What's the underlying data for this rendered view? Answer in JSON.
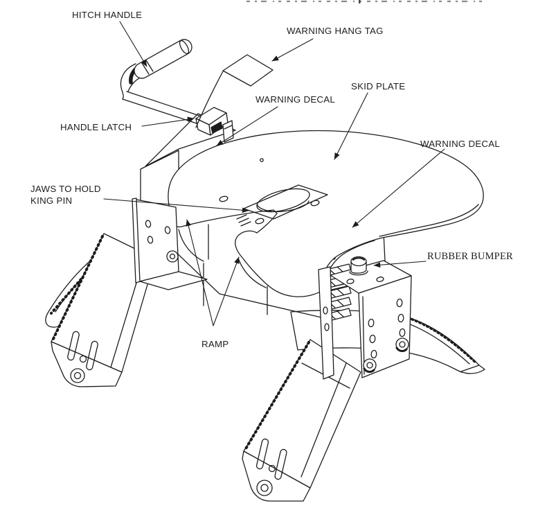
{
  "figure": {
    "kind": "technical line diagram",
    "top_edge_has_cropped_text_fragments": true
  },
  "colors": {
    "background": "#ffffff",
    "line": "#1c1c1c",
    "text": "#1d1d1d"
  },
  "labels": {
    "hitch_handle": "HITCH HANDLE",
    "warning_hang_tag": "WARNING HANG TAG",
    "warning_decal_left": "WARNING DECAL",
    "skid_plate": "SKID PLATE",
    "warning_decal_right": "WARNING DECAL",
    "handle_latch": "HANDLE LATCH",
    "jaws_line1": "JAWS TO HOLD",
    "jaws_line2": "KING PIN",
    "rubber_bumper": "RUBBER BUMPER",
    "ramp": "RAMP"
  }
}
